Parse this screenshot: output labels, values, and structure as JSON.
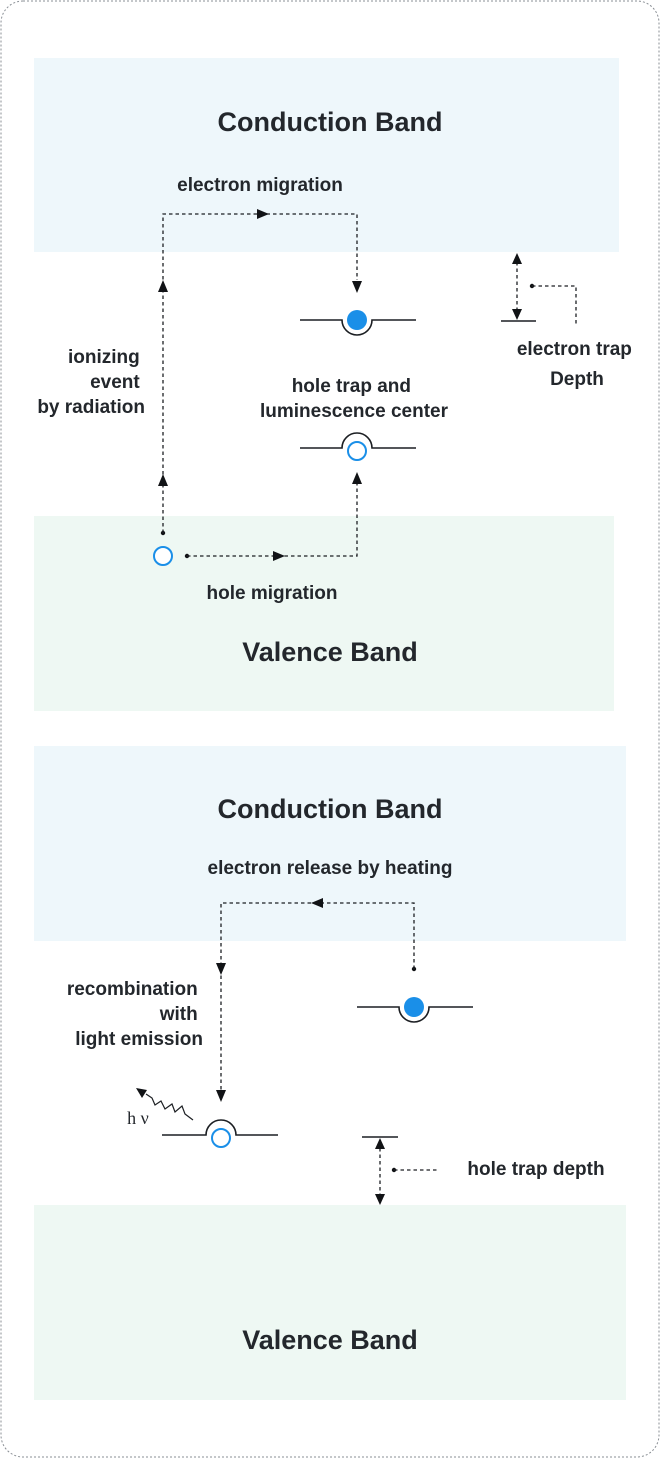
{
  "colors": {
    "conduction_band_fill": "#eef7fb",
    "valence_band_fill": "#eef8f3",
    "electron_fill": "#1a8fe8",
    "hole_stroke": "#1a8fe8",
    "line": "#1c1f23",
    "text": "#23272c",
    "frame_border": "#8a8f95"
  },
  "top_diagram": {
    "conduction_band_label": "Conduction Band",
    "valence_band_label": "Valence Band",
    "electron_migration_label": "electron migration",
    "ionizing_label": [
      "ionizing",
      "event",
      "by radiation"
    ],
    "hole_trap_label": [
      "hole trap and",
      "luminescence center"
    ],
    "electron_trap_label": [
      "electron trap",
      "Depth"
    ],
    "hole_migration_label": "hole migration"
  },
  "bottom_diagram": {
    "conduction_band_label": "Conduction Band",
    "valence_band_label": "Valence Band",
    "electron_release_label": "electron release by heating",
    "recombination_label": [
      "recombination",
      "with",
      "light emission"
    ],
    "photon_label": "h ν",
    "hole_trap_depth_label": "hole trap depth"
  }
}
